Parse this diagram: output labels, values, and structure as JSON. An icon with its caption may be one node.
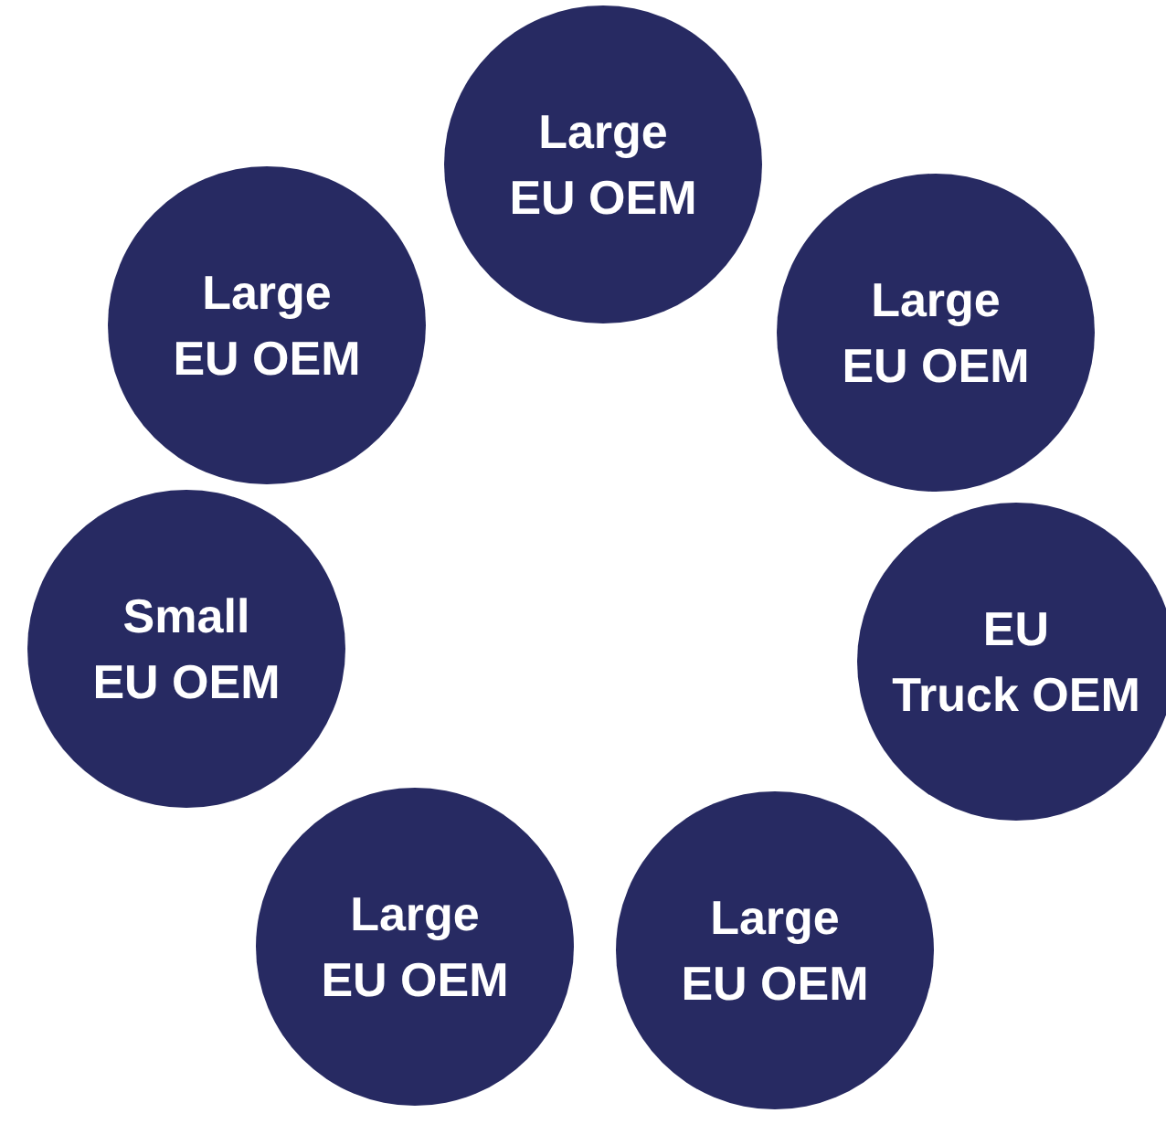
{
  "diagram": {
    "nodes": [
      {
        "text": [
          "Large EU OEM"
        ]
      },
      {
        "text": [
          "Large EU OEM"
        ]
      },
      {
        "text": [
          "Large EU OEM"
        ]
      },
      {
        "text": [
          "Small EU OEM"
        ]
      },
      {
        "text": [
          "EU Truck OEM"
        ]
      },
      {
        "text": [
          "Large EU OEM"
        ]
      },
      {
        "text": [
          "Large EU OEM"
        ]
      }
    ]
  }
}
